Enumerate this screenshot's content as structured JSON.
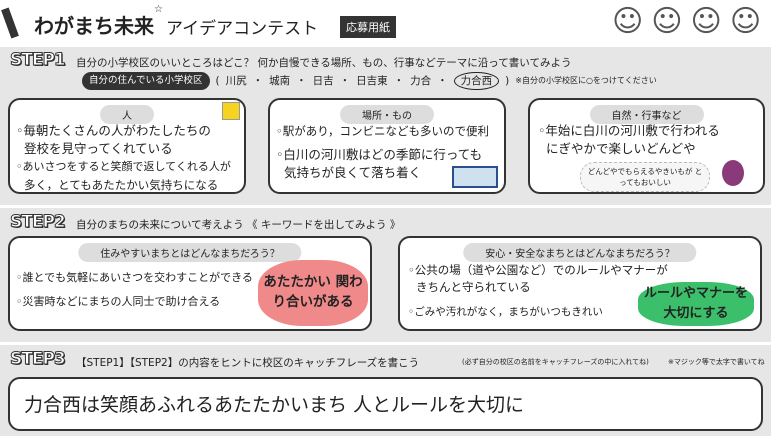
{
  "header": {
    "title": "わがまち未来",
    "title_sub": "アイデアコンテスト",
    "badge": "応募用紙"
  },
  "step1": {
    "label": "STEP1",
    "heading": "自分の小学校区のいいところはどこ？ 何か自慢できる場所、もの、行事などテーマに沿って書いてみよう",
    "school_label": "自分の住んでいる小学校区",
    "schools": [
      "川尻",
      "城南",
      "日吉",
      "日吉東",
      "力合",
      "力合西"
    ],
    "selected_school": "力合西",
    "school_note": "※自分の小学校区に○をつけてください",
    "boxes": [
      {
        "title": "人",
        "lines": [
          "◦毎朝たくさんの人がわたしたちの",
          "登校を見守ってくれている",
          "◦あいさつをすると笑顔で返してくれる人が",
          "多く，とてもあたたかい気持ちになる"
        ]
      },
      {
        "title": "場所・もの",
        "lines": [
          "◦駅があり，コンビニなども多いので便利",
          "◦白川の河川敷はどの季節に行っても",
          "気持ちが良くて落ち着く"
        ]
      },
      {
        "title": "自然・行事など",
        "lines": [
          "◦年始に白川の河川敷で行われる",
          "にぎやかで楽しいどんどや"
        ],
        "bubble": "どんどやでもらえるやきいもが とってもおいしい"
      }
    ]
  },
  "step2": {
    "label": "STEP2",
    "heading": "自分のまちの未来について考えよう 《 キーワードを出してみよう 》",
    "boxes": [
      {
        "title": "住みやすいまちとはどんなまちだろう？",
        "lines": [
          "◦誰とでも気軽にあいさつを交わすことができる",
          "◦災害時などにまちの人同士で助け合える"
        ],
        "keyword": "あたたかい 関わり合いがある",
        "keyword_color": "#f08a8a"
      },
      {
        "title": "安心・安全なまちとはどんなまちだろう？",
        "lines": [
          "◦公共の場（道や公園など）でのルールやマナーが",
          "きちんと守られている",
          "◦ごみや汚れがなく，まちがいつもきれい"
        ],
        "keyword": "ルールやマナーを 大切にする",
        "keyword_color": "#3cbf6a"
      }
    ]
  },
  "step3": {
    "label": "STEP3",
    "heading": "【STEP1】【STEP2】の内容をヒントに校区のキャッチフレーズを書こう",
    "note1": "(必ず自分の校区の名前をキャッチフレーズの中に入れてね)",
    "note2": "※マジック等で太字で書いてね",
    "answer": "力合西は笑顔あふれるあたたかいまち 人とルールを大切に"
  }
}
